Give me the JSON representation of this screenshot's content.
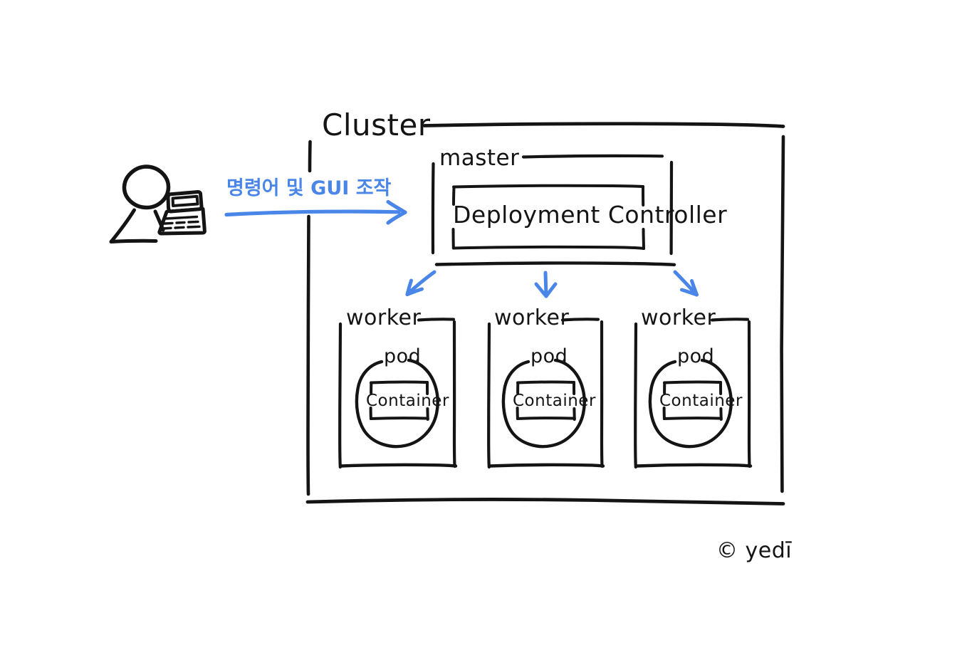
{
  "diagram": {
    "title": "Kubernetes Cluster Architecture (hand-drawn)",
    "cluster_label": "Cluster",
    "master_label": "master",
    "master_component": "Deployment Controller",
    "actor": {
      "person_icon": "stick-figure-person-icon",
      "laptop_icon": "laptop-icon"
    },
    "user_action_arrow": {
      "label": "명령어 및 GUI 조작",
      "color": "#4a86e8",
      "direction": "right"
    },
    "workers": [
      {
        "label": "worker",
        "pod_label": "pod",
        "container_label": "Container"
      },
      {
        "label": "worker",
        "pod_label": "pod",
        "container_label": "Container"
      },
      {
        "label": "worker",
        "pod_label": "pod",
        "container_label": "Container"
      }
    ],
    "control_arrows": [
      {
        "name": "master-to-worker-1",
        "direction": "down-left",
        "color": "#4a86e8"
      },
      {
        "name": "master-to-worker-2",
        "direction": "down",
        "color": "#4a86e8"
      },
      {
        "name": "master-to-worker-3",
        "direction": "down-right",
        "color": "#4a86e8"
      }
    ],
    "signature": "© yedī",
    "colors": {
      "ink": "#141414",
      "accent_blue": "#4a86e8",
      "background": "#ffffff"
    }
  }
}
